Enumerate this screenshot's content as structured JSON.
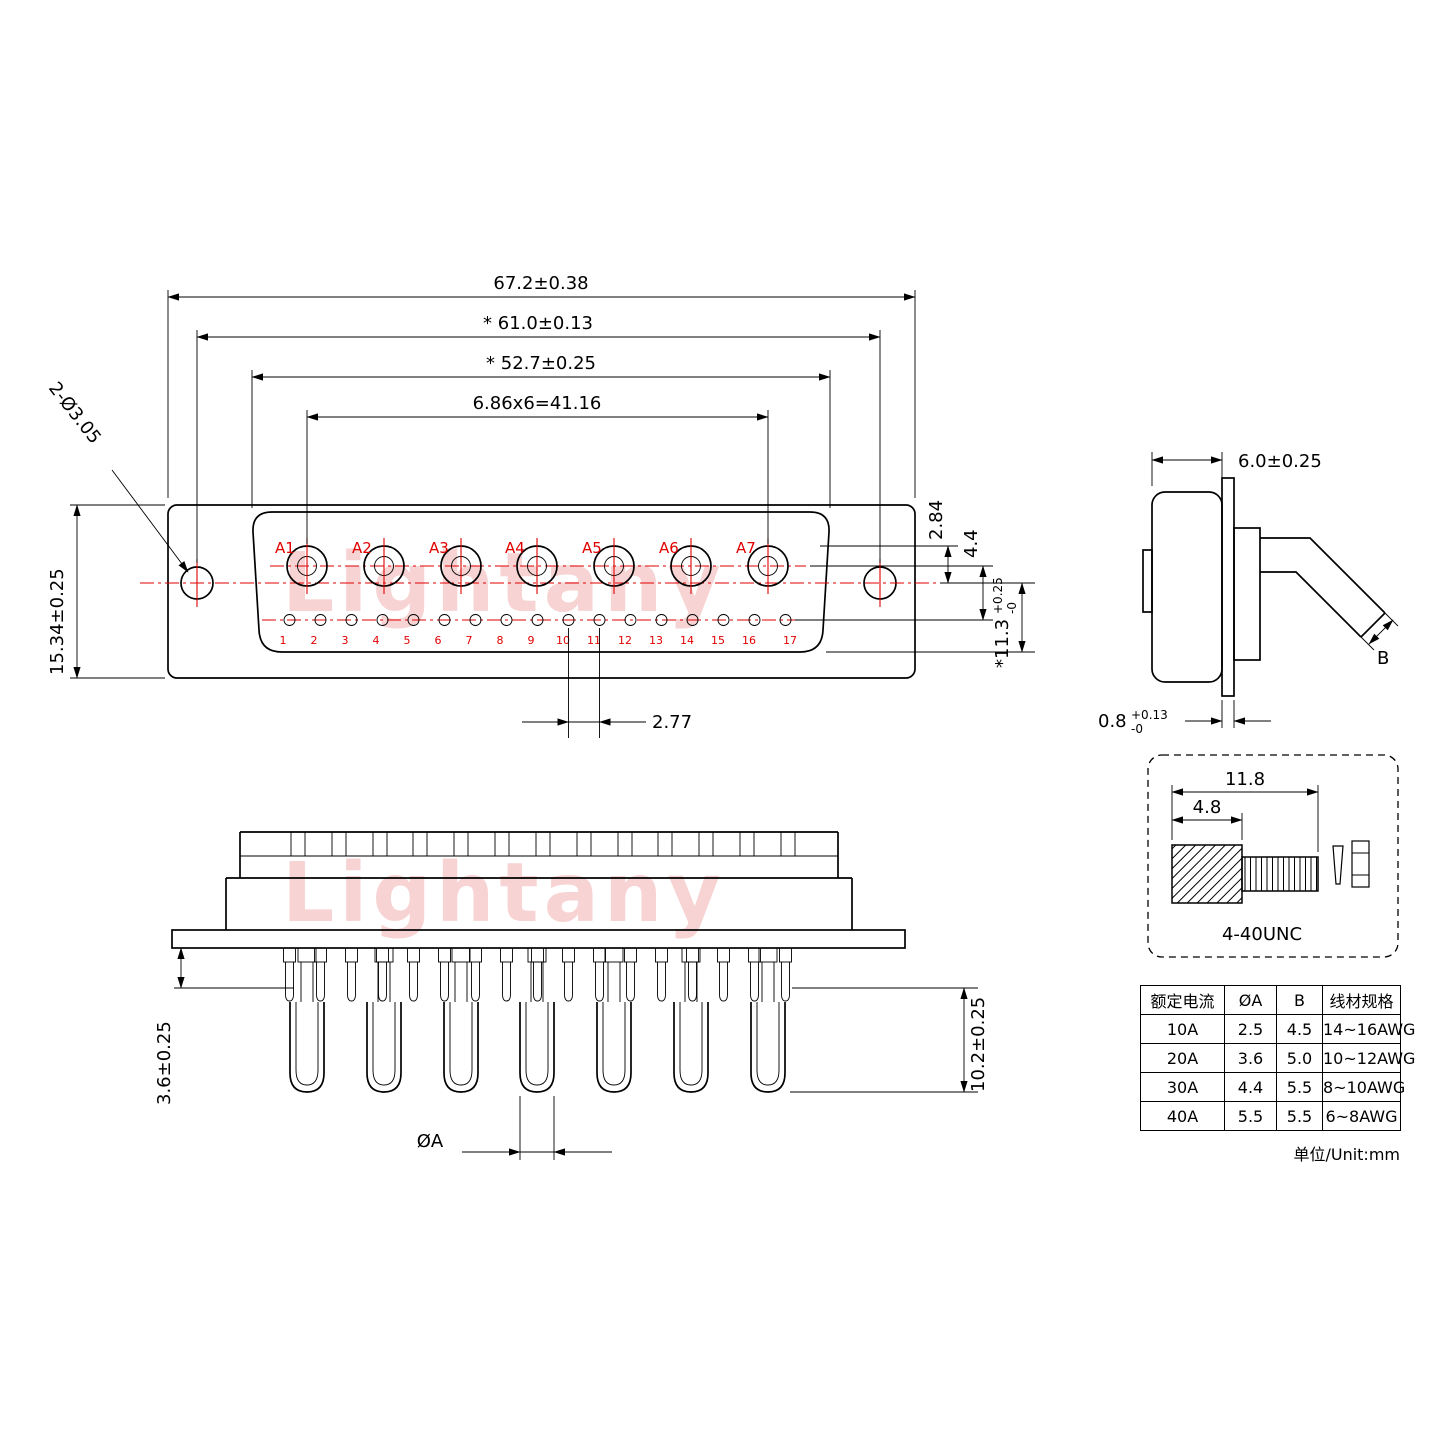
{
  "watermark": {
    "text": "Lightany"
  },
  "front_view": {
    "dim_overall_width": "67.2±0.38",
    "dim_mount_pitch": "* 61.0±0.13",
    "dim_shell_width": "* 52.7±0.25",
    "dim_contact_pitch": "6.86x6=41.16",
    "dim_height": "15.34±0.25",
    "dim_mount_hole": "2-Ø3.05",
    "dim_row_offset": "2.84",
    "dim_row_gap": "4.4",
    "dim_depth_main": "*11.3",
    "dim_depth_sup": "+0.25",
    "dim_depth_sub": "-0",
    "dim_pin_pitch": "2.77",
    "contact_labels": [
      "A1",
      "A2",
      "A3",
      "A4",
      "A5",
      "A6",
      "A7"
    ],
    "pin_numbers": [
      "1",
      "2",
      "3",
      "4",
      "5",
      "6",
      "7",
      "8",
      "9",
      "10",
      "11",
      "12",
      "13",
      "14",
      "15",
      "16",
      "17"
    ]
  },
  "side_view": {
    "dim_body_width": "6.0±0.25",
    "dim_flange_main": "0.8",
    "dim_flange_sup": "+0.13",
    "dim_flange_sub": "-0",
    "dim_b": "B"
  },
  "screw_detail": {
    "dim_total_length": "11.8",
    "dim_head_length": "4.8",
    "thread_label": "4-40UNC"
  },
  "section_view": {
    "dim_pin_length": "3.6±0.25",
    "dim_cup_length": "10.2±0.25",
    "dim_pin_dia": "ØA"
  },
  "spec_table": {
    "headers": [
      "额定电流",
      "ØA",
      "B",
      "线材规格"
    ],
    "rows": [
      {
        "current": "10A",
        "dia_a": "2.5",
        "b": "4.5",
        "wire": "14~16AWG"
      },
      {
        "current": "20A",
        "dia_a": "3.6",
        "b": "5.0",
        "wire": "10~12AWG"
      },
      {
        "current": "30A",
        "dia_a": "4.4",
        "b": "5.5",
        "wire": "8~10AWG"
      },
      {
        "current": "40A",
        "dia_a": "5.5",
        "b": "5.5",
        "wire": "6~8AWG"
      }
    ],
    "unit_note": "单位/Unit:mm"
  },
  "colors": {
    "accent_red": "#e00000",
    "line": "#000000",
    "watermark_pink": "#f6c9c9"
  }
}
